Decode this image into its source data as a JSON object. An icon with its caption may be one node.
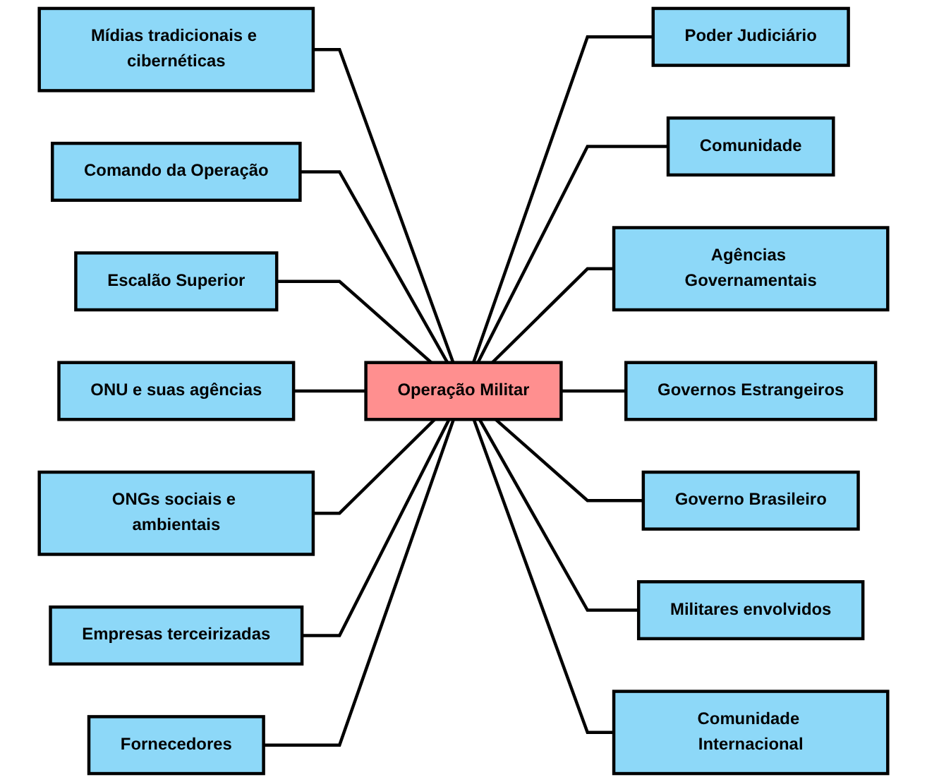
{
  "diagram": {
    "nodes": [
      {
        "text": [
          "Mídias tradicionais e cibernéticas"
        ]
      },
      {
        "text": [
          "Comando da Operação"
        ]
      },
      {
        "text": [
          "Poder Judiciário"
        ]
      },
      {
        "text": [
          "Escalão Superior"
        ]
      },
      {
        "text": [
          "Comunidade"
        ]
      },
      {
        "text": [
          "ONU e suas agências"
        ]
      },
      {
        "text": [
          "Agências Governamentais"
        ]
      },
      {
        "text": [
          "Operação Militar"
        ]
      },
      {
        "text": [
          "ONGs sociais e ambientais"
        ]
      },
      {
        "text": [
          "Governos Estrangeiros"
        ]
      },
      {
        "text": [
          "Empresas terceirizadas"
        ]
      },
      {
        "text": [
          "Governo Brasileiro"
        ]
      },
      {
        "text": [
          "Fornecedores"
        ]
      },
      {
        "text": [
          "Militares envolvidos"
        ]
      },
      {
        "text": [
          "Comunidade Internacional"
        ]
      }
    ],
    "edges": [
      {
        "from": 0,
        "to": 7,
        "arrow": "none"
      },
      {
        "from": 1,
        "to": 7,
        "arrow": "none"
      },
      {
        "from": 7,
        "to": 2,
        "arrow": "none"
      },
      {
        "from": 3,
        "to": 7,
        "arrow": "none"
      },
      {
        "from": 7,
        "to": 4,
        "arrow": "none"
      },
      {
        "from": 5,
        "to": 7,
        "arrow": "none"
      },
      {
        "from": 7,
        "to": 6,
        "arrow": "none"
      },
      {
        "from": 8,
        "to": 7,
        "arrow": "none"
      },
      {
        "from": 7,
        "to": 9,
        "arrow": "none"
      },
      {
        "from": 10,
        "to": 7,
        "arrow": "none"
      },
      {
        "from": 7,
        "to": 11,
        "arrow": "none"
      },
      {
        "from": 12,
        "to": 7,
        "arrow": "none"
      },
      {
        "from": 7,
        "to": 13,
        "arrow": "none"
      },
      {
        "from": 7,
        "to": 14,
        "arrow": "none"
      }
    ]
  }
}
